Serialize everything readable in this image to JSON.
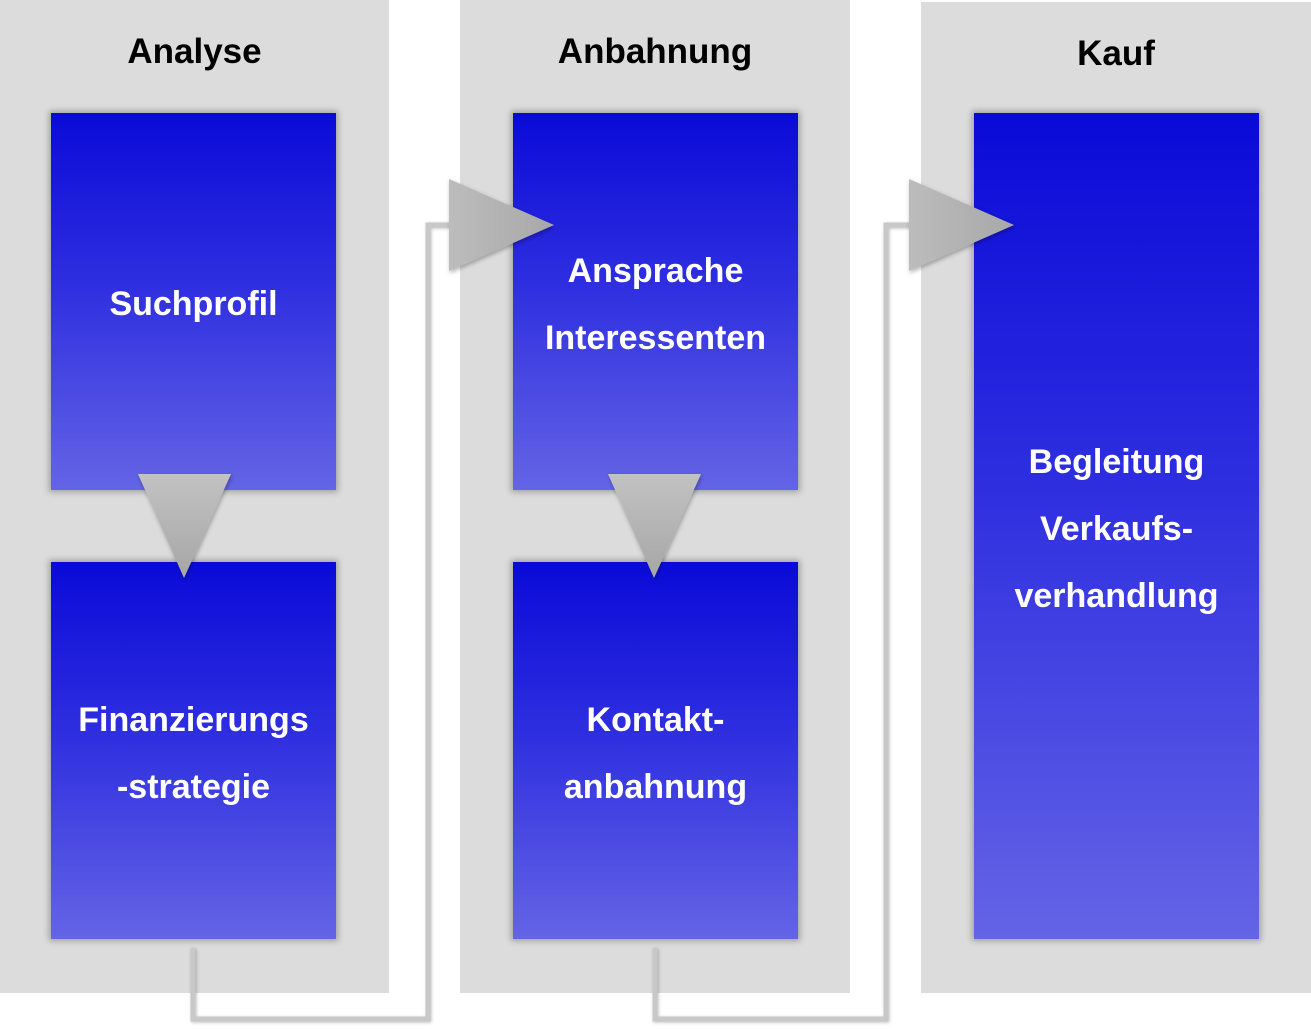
{
  "columns": [
    {
      "title": "Analyse",
      "boxes": [
        {
          "lines": [
            "Suchprofil"
          ]
        },
        {
          "lines": [
            "Finanzierungs",
            "-strategie"
          ]
        }
      ]
    },
    {
      "title": "Anbahnung",
      "boxes": [
        {
          "lines": [
            "Ansprache",
            "Interessenten"
          ]
        },
        {
          "lines": [
            "Kontakt-",
            "anbahnung"
          ]
        }
      ]
    },
    {
      "title": "Kauf",
      "boxes": [
        {
          "lines": [
            "Begleitung",
            "Verkaufs-",
            "verhandlung"
          ]
        }
      ]
    }
  ],
  "colors": {
    "column_background": "#dcdcdc",
    "box_gradient_top": "#0a0ad8",
    "box_gradient_bottom": "#6464e6",
    "arrow": "#b4b4b4",
    "connector": "#c8c8c8"
  }
}
